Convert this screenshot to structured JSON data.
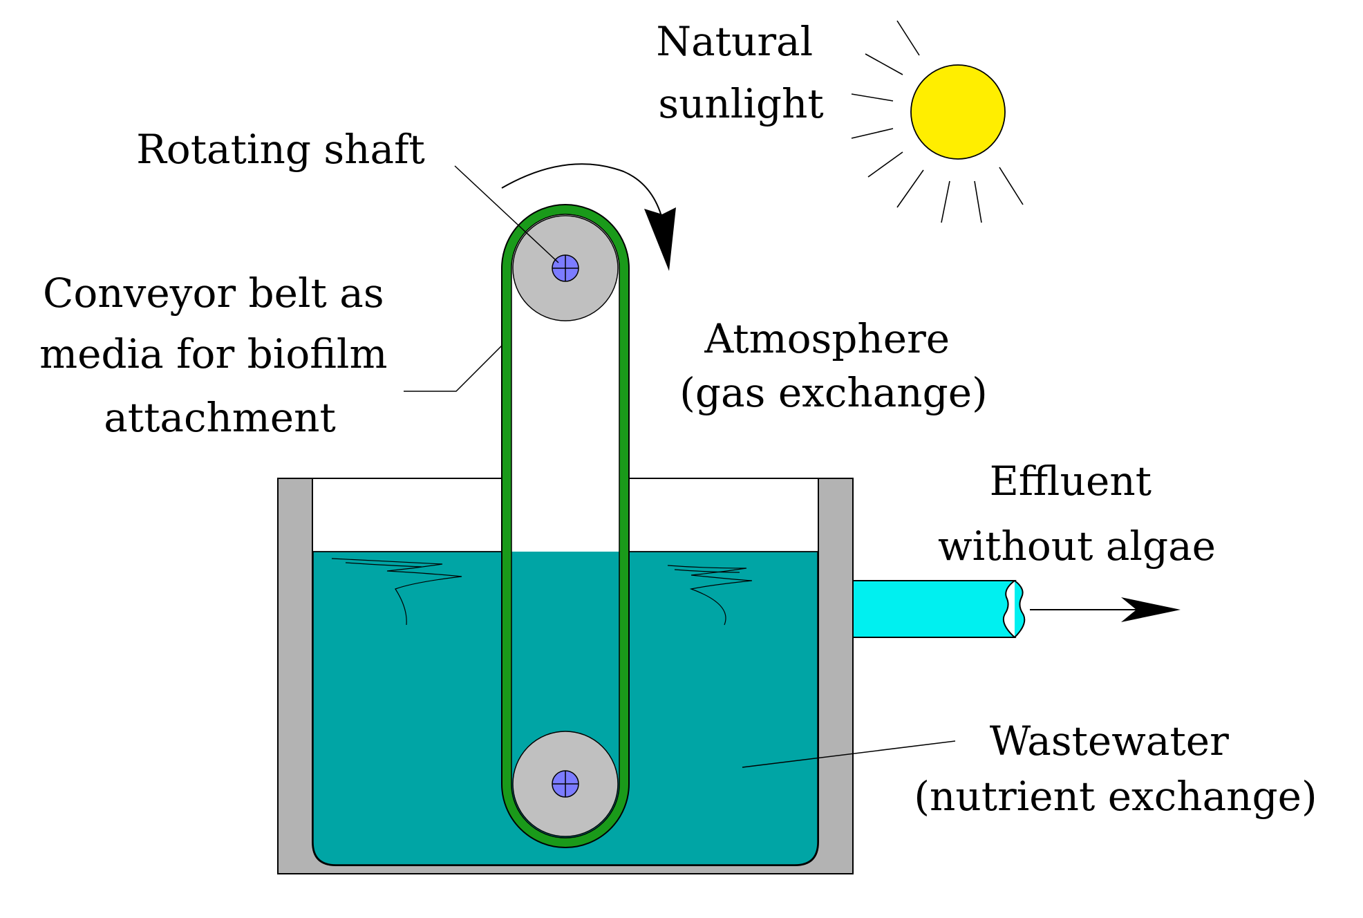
{
  "labels": {
    "sunlight": [
      "Natural",
      "sunlight"
    ],
    "shaft": "Rotating shaft",
    "belt": [
      "Conveyor belt as",
      "media for biofilm",
      "attachment"
    ],
    "atmosphere": [
      "Atmosphere",
      "(gas exchange)"
    ],
    "effluent": [
      "Effluent",
      "without algae"
    ],
    "wastewater": [
      "Wastewater",
      "(nutrient exchange)"
    ]
  },
  "colors": {
    "tank_wall": "#b3b3b3",
    "wastewater": "#00a5a5",
    "belt": "#1a9a1a",
    "pulley": "#c0c0c0",
    "shaft": "#7c7cff",
    "effluent_pipe": "#00f0f0",
    "sun": "#ffee00",
    "outline": "#000000"
  },
  "icons": {
    "sun": "sun-icon",
    "rotation": "clockwise-arrow-icon",
    "flow": "right-arrow-icon"
  }
}
